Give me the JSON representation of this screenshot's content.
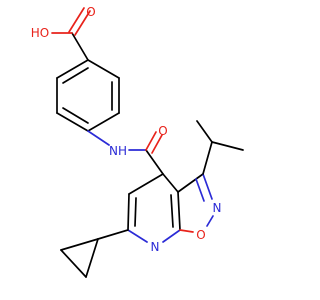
{
  "molecule": {
    "atoms": {
      "hydroxyl": "HO",
      "carbonyl_o_acid": "O",
      "amide_nh": "NH",
      "carbonyl_o_amide": "O",
      "isoxazole_n": "N",
      "isoxazole_o": "O",
      "pyridine_n": "N"
    },
    "colors": {
      "bond": "#000000",
      "oxygen": "#e8231b",
      "nitrogen": "#2b2bd6",
      "background": "#ffffff"
    }
  }
}
